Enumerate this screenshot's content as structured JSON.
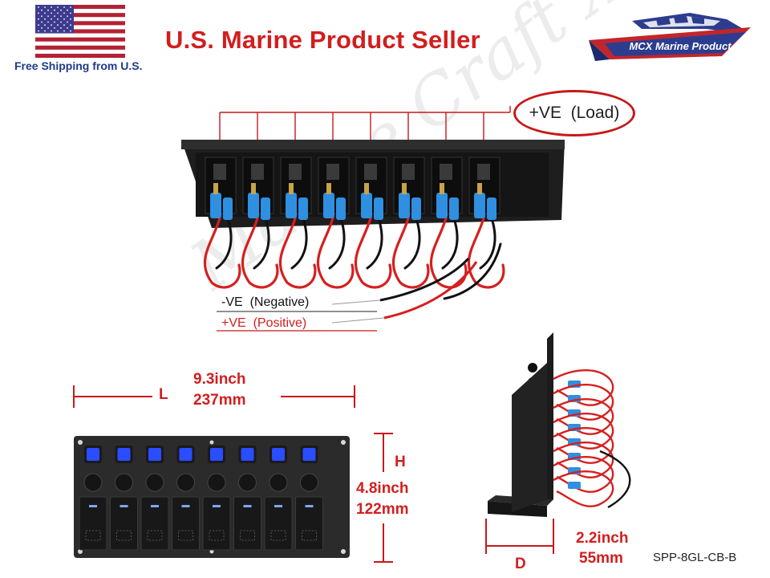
{
  "header": {
    "title": "U.S. Marine Product Seller",
    "shipping_note": "Free Shipping from U.S.",
    "logo_text": "MCX Marine Product"
  },
  "watermark": "Marine Craft Xpert",
  "wiring_diagram": {
    "load_label": "+VE  (Load)",
    "negative_label": "-VE  (Negative)",
    "positive_label": "+VE  (Positive)",
    "switch_count": 8
  },
  "dimensions": {
    "length_letter": "L",
    "length_inch": "9.3inch",
    "length_mm": "237mm",
    "height_letter": "H",
    "height_inch": "4.8inch",
    "height_mm": "122mm",
    "depth_letter": "D",
    "depth_inch": "2.2inch",
    "depth_mm": "55mm"
  },
  "model_number": "SPP-8GL-CB-B",
  "colors": {
    "headline": "#d21e1e",
    "shipping_text": "#1f3a8a",
    "dimension_text": "#d21e1e",
    "panel": "#2b2b2b",
    "led": "#2a4dff",
    "wire_red": "#d61f1f",
    "terminal_blue": "#2f8fe0"
  }
}
